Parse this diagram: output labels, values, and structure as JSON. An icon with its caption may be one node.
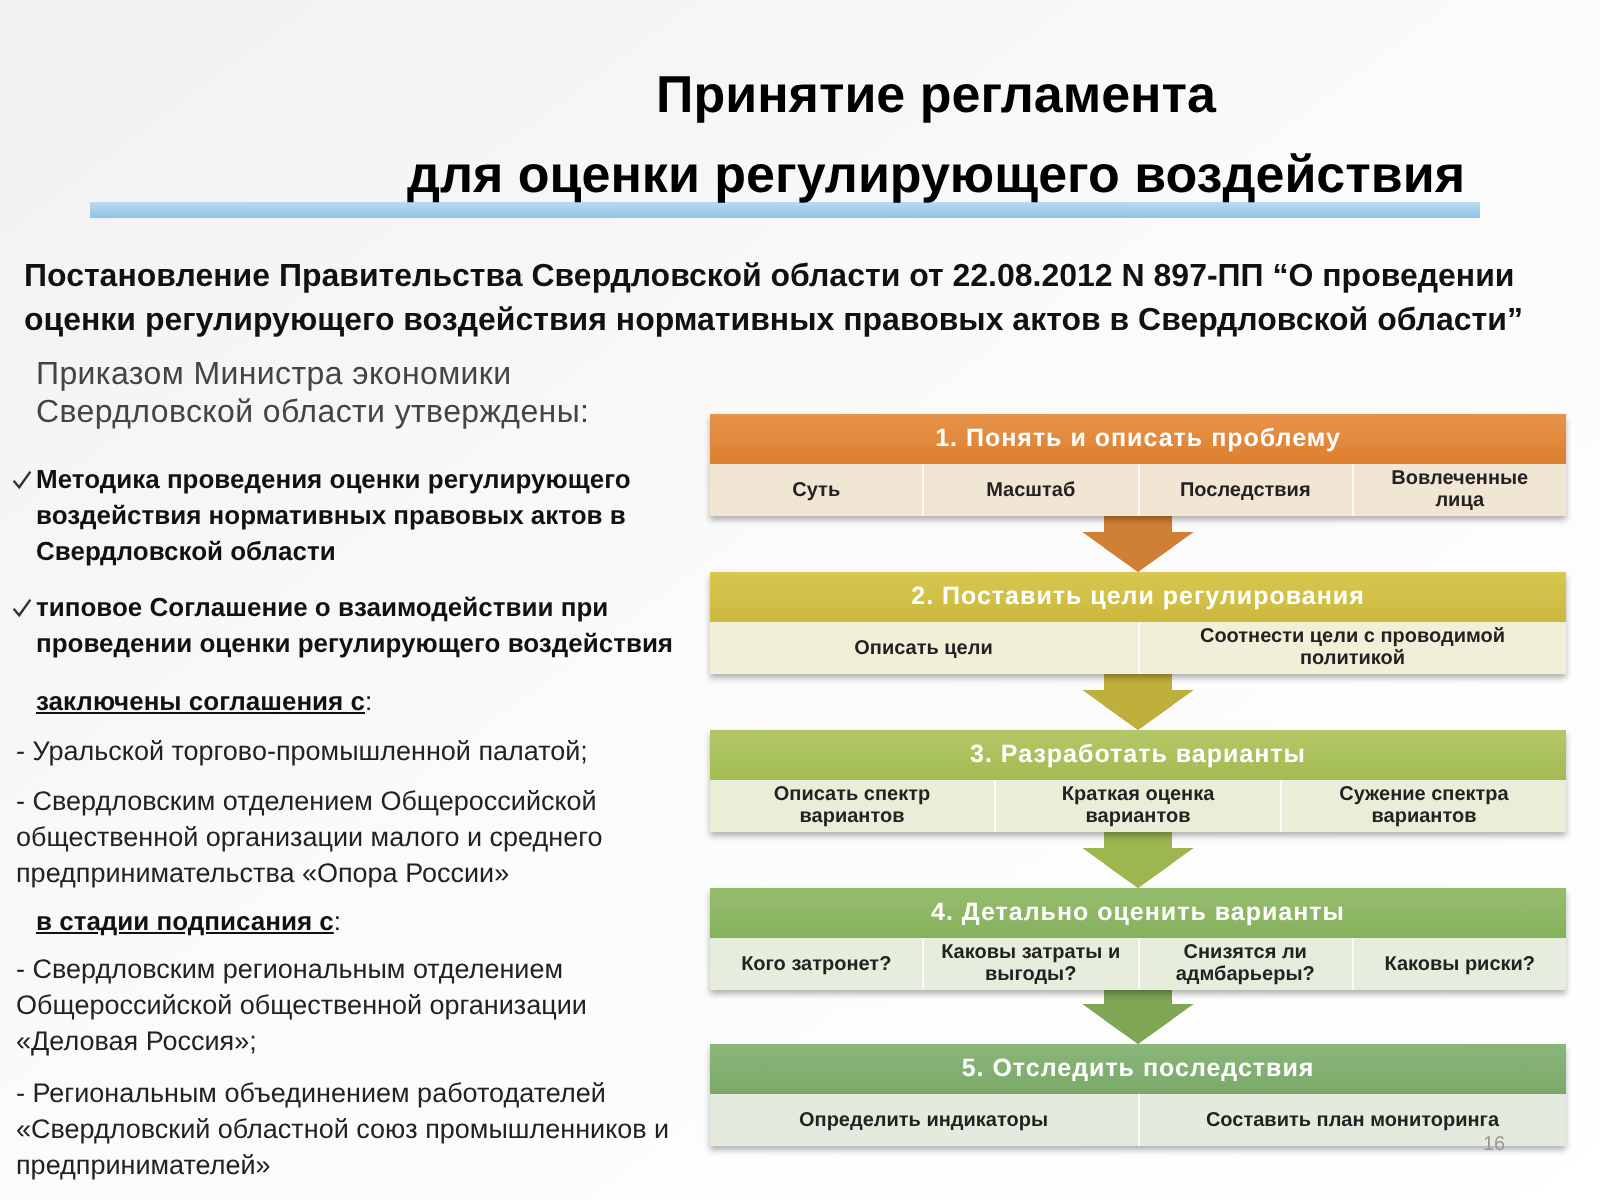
{
  "diagram": {
    "title": "Принятие регламента для оценки регулирующего воздействия",
    "nodes": [
      {
        "text": [
          "1. Понять и описать проблему",
          "Суть",
          "Масштаб",
          "Последствия",
          "Вовлеченные лица"
        ]
      },
      {
        "text": [
          "2. Поставить цели регулирования",
          "Описать цели",
          "Соотнести цели с проводимой политикой"
        ]
      },
      {
        "text": [
          "3. Разработать варианты",
          "Описать спектр вариантов",
          "Краткая оценка вариантов",
          "Сужение спектра вариантов"
        ]
      },
      {
        "text": [
          "4. Детально оценить варианты",
          "Кого затронет?",
          "Каковы затраты и выгоды?",
          "Снизятся ли адмбарьеры?",
          "Каковы риски?"
        ]
      },
      {
        "text": [
          "5. Отследить последствия",
          "Определить индикаторы",
          "Составить план мониторинга"
        ]
      }
    ],
    "edges": [
      {
        "from": 0,
        "to": 1,
        "arrow": "to",
        "color": "#d08034"
      },
      {
        "from": 1,
        "to": 2,
        "arrow": "to",
        "color": "#bfb03e"
      },
      {
        "from": 2,
        "to": 3,
        "arrow": "to",
        "color": "#9db64f"
      },
      {
        "from": 3,
        "to": 4,
        "arrow": "to",
        "color": "#7ea653"
      }
    ],
    "labels": [
      "Постановление Правительства Свердловской области от 22.08.2012 N 897-ПП “О проведении оценки регулирующего воздействия нормативных правовых актов в Свердловской области”",
      "Приказом Министра экономики Свердловской области утверждены:",
      "Методика проведения оценки регулирующего воздействия нормативных правовых актов в Свердловской области",
      "типовое Соглашение о взаимодействии при проведении оценки регулирующего воздействия",
      "**заключены соглашения с**:",
      "- Уральской торгово-промышленной палатой;",
      "- Свердловским отделением Общероссийской общественной организации малого и среднего предпринимательства «Опора России»",
      "**в стадии подписания с**:",
      "- Свердловским региональным отделением Общероссийской общественной организации «Деловая Россия»;",
      "- Региональным объединением работодателей «Свердловский областной союз промышленников и предпринимателей»",
      "16"
    ]
  }
}
